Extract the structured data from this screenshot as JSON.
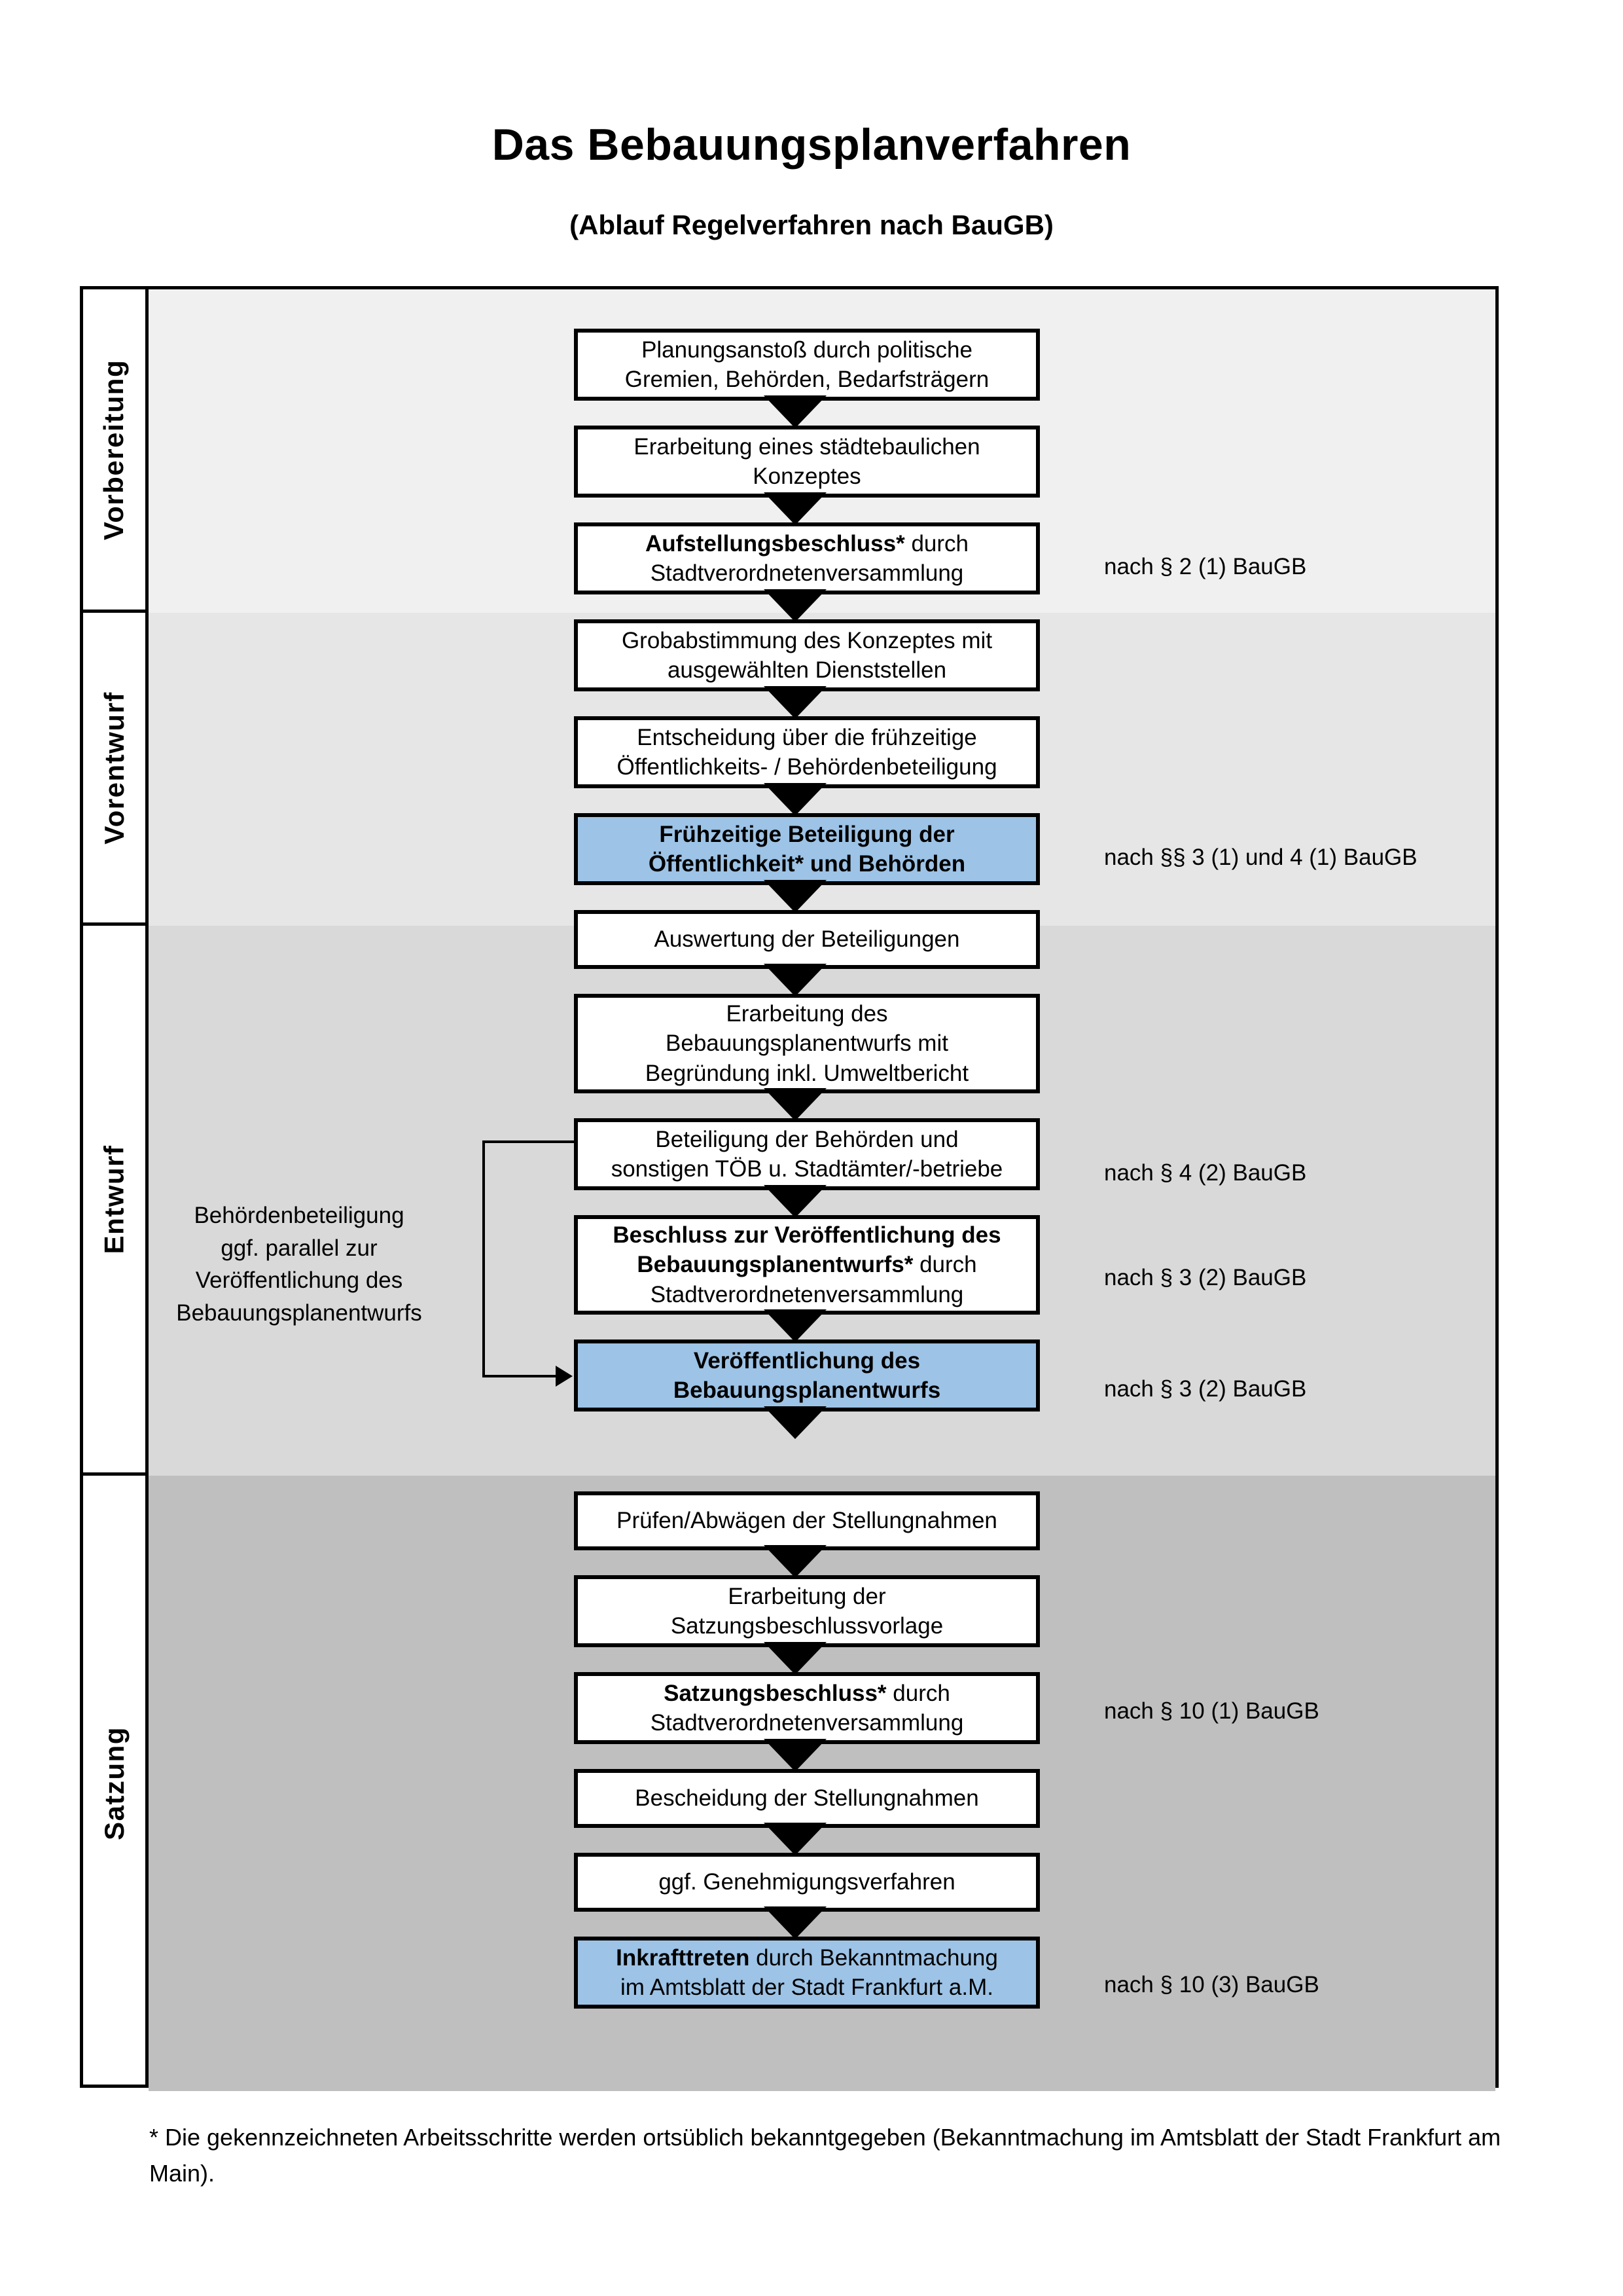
{
  "header": {
    "title": "Das Bebauungsplanverfahren",
    "subtitle": "(Ablauf Regelverfahren nach BauGB)"
  },
  "colors": {
    "band_vorbereitung": "#f0f0f0",
    "band_vorentwurf": "#e6e6e6",
    "band_entwurf": "#d9d9d9",
    "band_satzung": "#bfbfbf",
    "highlight_box": "#9dc3e6",
    "line": "#000000"
  },
  "phases": [
    {
      "label": "Vorbereitung"
    },
    {
      "label": "Vorentwurf"
    },
    {
      "label": "Entwurf"
    },
    {
      "label": "Satzung"
    }
  ],
  "steps": [
    {
      "id": "planungsanstoss",
      "lines": [
        "Planungsanstoß durch politische",
        "Gremien, Behörden, Bedarfsträgern"
      ],
      "bold_prefix": "",
      "highlight": false
    },
    {
      "id": "staedtebauliches-konzept",
      "lines": [
        "Erarbeitung eines städtebaulichen",
        "Konzeptes"
      ],
      "bold_prefix": "",
      "highlight": false
    },
    {
      "id": "aufstellungsbeschluss",
      "lines": [
        "Aufstellungsbeschluss* durch",
        "Stadtverordnetenversammlung"
      ],
      "bold_prefix": "Aufstellungsbeschluss*",
      "bold_rest": " durch",
      "plain_line": "Stadtverordnetenversammlung",
      "highlight": false
    },
    {
      "id": "grobabstimmung",
      "lines": [
        "Grobabstimmung des Konzeptes mit",
        "ausgewählten Dienststellen"
      ],
      "highlight": false
    },
    {
      "id": "entscheidung-fruehzeitige",
      "lines": [
        "Entscheidung über die frühzeitige",
        "Öffentlichkeits- / Behördenbeteiligung"
      ],
      "highlight": false
    },
    {
      "id": "fruehzeitige-beteiligung",
      "lines": [
        "Frühzeitige Beteiligung der",
        "Öffentlichkeit* und Behörden"
      ],
      "highlight": true
    },
    {
      "id": "auswertung-beteiligungen",
      "lines": [
        "Auswertung der Beteiligungen"
      ],
      "highlight": false
    },
    {
      "id": "erarbeitung-bebauungsplanentwurf",
      "lines": [
        "Erarbeitung des",
        "Bebauungsplanentwurfs mit",
        "Begründung inkl. Umweltbericht"
      ],
      "highlight": false
    },
    {
      "id": "beteiligung-behoerden-toeb",
      "lines": [
        "Beteiligung der Behörden und",
        "sonstigen TÖB u. Stadtämter/-betriebe"
      ],
      "highlight": false
    },
    {
      "id": "beschluss-veroeffentlichung",
      "lines": [
        "Beschluss zur Veröffentlichung des",
        "Bebauungsplanentwurfs* durch",
        "Stadtverordnetenversammlung"
      ],
      "highlight": false
    },
    {
      "id": "veroeffentlichung-entwurf",
      "lines": [
        "Veröffentlichung des",
        "Bebauungsplanentwurfs"
      ],
      "highlight": true
    },
    {
      "id": "pruefen-abwaegen",
      "lines": [
        "Prüfen/Abwägen der Stellungnahmen"
      ],
      "highlight": false
    },
    {
      "id": "erarbeitung-satzungsvorlage",
      "lines": [
        "Erarbeitung der",
        "Satzungsbeschlussvorlage"
      ],
      "highlight": false
    },
    {
      "id": "satzungsbeschluss",
      "lines": [
        "Satzungsbeschluss* durch",
        "Stadtverordnetenversammlung"
      ],
      "highlight": false
    },
    {
      "id": "bescheidung-stellungnahmen",
      "lines": [
        "Bescheidung der Stellungnahmen"
      ],
      "highlight": false
    },
    {
      "id": "genehmigungsverfahren",
      "lines": [
        "ggf. Genehmigungsverfahren"
      ],
      "highlight": false
    },
    {
      "id": "inkrafttreten",
      "lines": [
        "Inkrafttreten durch Bekanntmachung",
        "im Amtsblatt der Stadt Frankfurt a.M."
      ],
      "highlight": true
    }
  ],
  "step_text": {
    "planungsanstoss_l1": "Planungsanstoß durch politische",
    "planungsanstoss_l2": "Gremien, Behörden, Bedarfsträgern",
    "konzept_l1": "Erarbeitung eines städtebaulichen",
    "konzept_l2": "Konzeptes",
    "aufstellung_bold": "Aufstellungsbeschluss*",
    "aufstellung_rest": " durch",
    "aufstellung_l2": "Stadtverordnetenversammlung",
    "grobabstimmung_l1": "Grobabstimmung des Konzeptes mit",
    "grobabstimmung_l2": "ausgewählten Dienststellen",
    "entscheidung_l1": "Entscheidung über die frühzeitige",
    "entscheidung_l2": "Öffentlichkeits- / Behördenbeteiligung",
    "fruehzeitige_l1": "Frühzeitige Beteiligung der",
    "fruehzeitige_l2": "Öffentlichkeit* und Behörden",
    "auswertung_l1": "Auswertung der Beteiligungen",
    "erarbeitung_l1": "Erarbeitung des",
    "erarbeitung_l2": "Bebauungsplanentwurfs mit",
    "erarbeitung_l3": "Begründung inkl. Umweltbericht",
    "beteiligung_l1": "Beteiligung der Behörden und",
    "beteiligung_l2": "sonstigen TÖB u. Stadtämter/-betriebe",
    "beschluss_bold1": "Beschluss zur Veröffentlichung des",
    "beschluss_bold2": "Bebauungsplanentwurfs*",
    "beschluss_rest": " durch",
    "beschluss_l3": "Stadtverordnetenversammlung",
    "veroeff_l1": "Veröffentlichung des",
    "veroeff_l2": "Bebauungsplanentwurfs",
    "pruefen_l1": "Prüfen/Abwägen der Stellungnahmen",
    "satzungsvorlage_l1": "Erarbeitung der",
    "satzungsvorlage_l2": "Satzungsbeschlussvorlage",
    "satzungsbeschluss_bold": "Satzungsbeschluss*",
    "satzungsbeschluss_rest": " durch",
    "satzungsbeschluss_l2": "Stadtverordnetenversammlung",
    "bescheidung_l1": "Bescheidung der Stellungnahmen",
    "genehmigung_l1": "ggf. Genehmigungsverfahren",
    "inkrafttreten_bold": "Inkrafttreten",
    "inkrafttreten_rest": " durch Bekanntmachung",
    "inkrafttreten_l2": "im Amtsblatt der Stadt Frankfurt a.M."
  },
  "annotations": [
    {
      "id": "ann-par2-1",
      "text": "nach § 2 (1) BauGB"
    },
    {
      "id": "ann-par3-1-4-1",
      "text": "nach §§ 3 (1) und 4 (1) BauGB"
    },
    {
      "id": "ann-par4-2",
      "text": "nach § 4 (2) BauGB"
    },
    {
      "id": "ann-par3-2-a",
      "text": "nach § 3 (2) BauGB"
    },
    {
      "id": "ann-par3-2-b",
      "text": "nach § 3 (2) BauGB"
    },
    {
      "id": "ann-par10-1",
      "text": "nach § 10 (1) BauGB"
    },
    {
      "id": "ann-par10-3",
      "text": "nach § 10 (3) BauGB"
    }
  ],
  "sidenote": {
    "l1": "Behördenbeteiligung",
    "l2": "ggf. parallel zur",
    "l3": "Veröffentlichung des",
    "l4": "Bebauungsplanentwurfs"
  },
  "footnote": {
    "text": "* Die gekennzeichneten Arbeitsschritte werden ortsüblich bekanntgegeben (Bekanntmachung im Amtsblatt  der Stadt Frankfurt am Main)."
  }
}
